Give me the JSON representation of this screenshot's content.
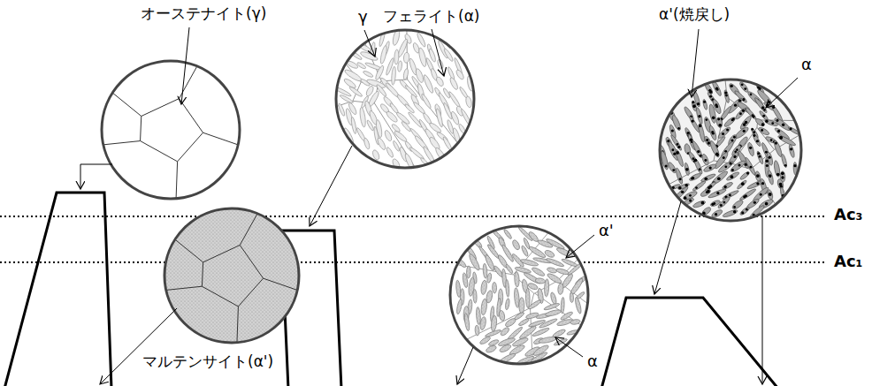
{
  "diagram": {
    "labels": [
      "オーステナイト(γ)",
      "γ",
      "フェライト(α)",
      "α'(焼戻し)",
      "α",
      "Ac₃",
      "Ac₁",
      "α'",
      "マルテンサイト(α')",
      "α"
    ]
  }
}
